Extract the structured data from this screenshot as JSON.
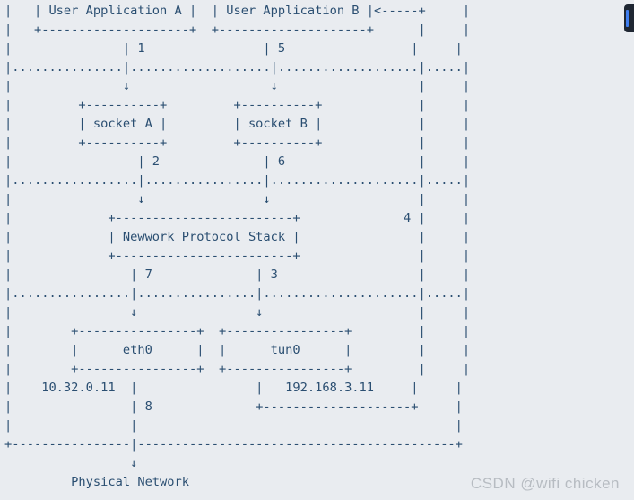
{
  "colors": {
    "background": "#e9ecf0",
    "code_text": "#2a4e71",
    "watermark_gray": "#b7bcc2",
    "copy_button_bg": "#1f2733",
    "copy_button_accent": "#3f7ef0"
  },
  "code_block": {
    "lines": [
      "|   | User Application A |  | User Application B |<-----+     |",
      "|   +--------------------+  +--------------------+      |     |",
      "|               | 1                | 5                 |     |",
      "|...............|...................|...................|.....|",
      "|               ↓                   ↓                   |     |",
      "|         +----------+         +----------+             |     |",
      "|         | socket A |         | socket B |             |     |",
      "|         +----------+         +----------+             |     |",
      "|                 | 2              | 6                  |     |",
      "|.................|................|....................|.....|",
      "|                 ↓                ↓                    |     |",
      "|             +------------------------+              4 |     |",
      "|             | Newwork Protocol Stack |                |     |",
      "|             +------------------------+                |     |",
      "|                | 7              | 3                   |     |",
      "|................|................|.....................|.....|",
      "|                ↓                ↓                     |     |",
      "|        +----------------+  +----------------+         |     |",
      "|        |      eth0      |  |      tun0      |         |     |",
      "|        +----------------+  +----------------+         |     |",
      "|    10.32.0.11  |                |   192.168.3.11     |     |",
      "|                | 8              +--------------------+     |",
      "|                |                                           |",
      "+----------------|-------------------------------------------+",
      "                 ↓",
      "         Physical Network"
    ]
  },
  "diagram": {
    "applications": [
      "User Application A",
      "User Application B"
    ],
    "sockets": [
      "socket A",
      "socket B"
    ],
    "protocol_stack_label": "Newwork Protocol Stack",
    "interfaces": [
      {
        "name": "eth0",
        "ip": "10.32.0.11"
      },
      {
        "name": "tun0",
        "ip": "192.168.3.11"
      }
    ],
    "flow_step_numbers": [
      "1",
      "2",
      "3",
      "4",
      "5",
      "6",
      "7",
      "8"
    ],
    "bottom_label": "Physical Network",
    "arrow_glyph": "↓",
    "feedback_arrow": "<-----+"
  },
  "watermark": {
    "text": "CSDN @wifi chicken"
  }
}
